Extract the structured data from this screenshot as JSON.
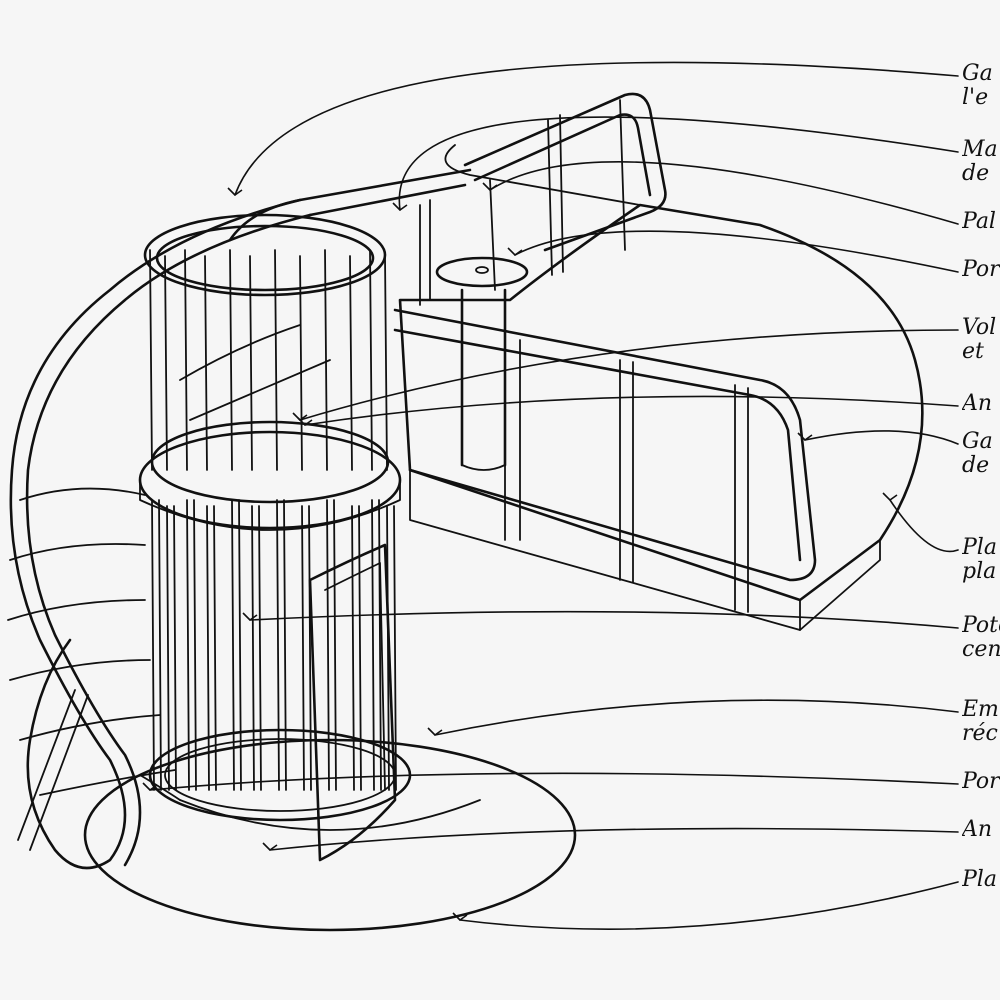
{
  "labels": [
    {
      "id": "garde-corps-etage",
      "text": "Ga\nl'e"
    },
    {
      "id": "main-courante-de",
      "text": "Ma\nde"
    },
    {
      "id": "palier",
      "text": "Pal"
    },
    {
      "id": "portion-1",
      "text": "Por"
    },
    {
      "id": "volee-et",
      "text": "Vol\net"
    },
    {
      "id": "anneau-1",
      "text": "An"
    },
    {
      "id": "garde-corps-de",
      "text": "Ga\nde"
    },
    {
      "id": "platelage-pl",
      "text": "Pla\npla"
    },
    {
      "id": "poteau-central",
      "text": "Pote\ncen"
    },
    {
      "id": "embase-rec",
      "text": "Em\nréc"
    },
    {
      "id": "portion-2",
      "text": "Por"
    },
    {
      "id": "anneau-2",
      "text": "An"
    },
    {
      "id": "plancher",
      "text": "Pla"
    }
  ]
}
